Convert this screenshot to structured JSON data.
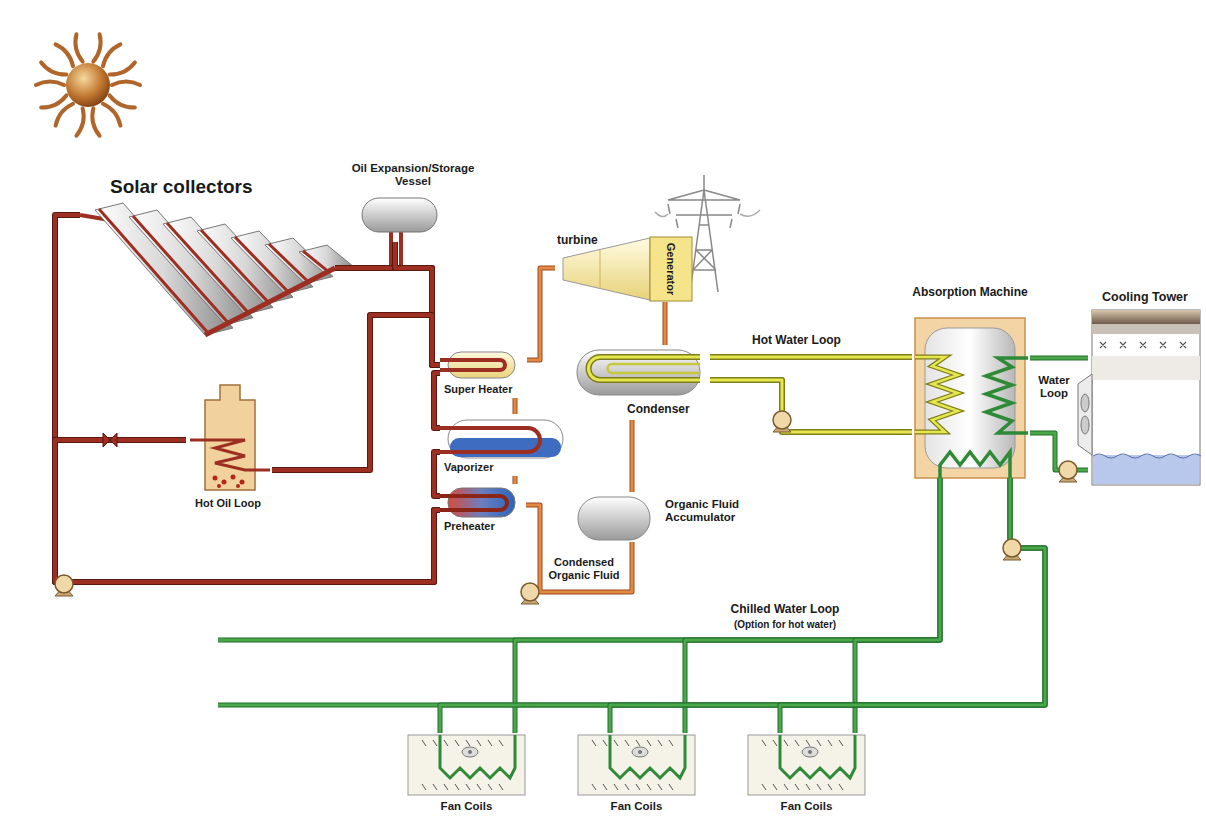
{
  "diagram": {
    "nodes": [
      {
        "text": [
          "Solar collectors"
        ]
      },
      {
        "text": [
          "Oil Expansion/Storage Vessel"
        ]
      },
      {
        "text": [
          "Hot Oil Loop"
        ]
      },
      {
        "text": [
          "Super Heater"
        ]
      },
      {
        "text": [
          "Vaporizer"
        ]
      },
      {
        "text": [
          "Preheater"
        ]
      },
      {
        "text": [
          "turbine"
        ]
      },
      {
        "text": [
          "Generator"
        ]
      },
      {
        "text": [
          "Condenser"
        ]
      },
      {
        "text": [
          "Organic Fluid Accumulator"
        ]
      },
      {
        "text": [
          "Absorption Machine"
        ]
      },
      {
        "text": [
          "Cooling Tower"
        ]
      },
      {
        "text": [
          "Fan Coils"
        ]
      },
      {
        "text": [
          "Fan Coils"
        ]
      },
      {
        "text": [
          "Fan Coils"
        ]
      }
    ],
    "edges": [
      {
        "from": 0,
        "to": 3,
        "arrow": "none"
      },
      {
        "from": 1,
        "to": 3,
        "arrow": "none"
      },
      {
        "from": 2,
        "to": 3,
        "arrow": "none"
      },
      {
        "from": 3,
        "to": 4,
        "arrow": "none"
      },
      {
        "from": 4,
        "to": 5,
        "arrow": "none"
      },
      {
        "from": 5,
        "to": 0,
        "arrow": "none"
      },
      {
        "from": 5,
        "to": 2,
        "arrow": "none"
      },
      {
        "from": 9,
        "to": 5,
        "arrow": "none"
      },
      {
        "from": 5,
        "to": 4,
        "arrow": "none"
      },
      {
        "from": 4,
        "to": 3,
        "arrow": "none"
      },
      {
        "from": 3,
        "to": 6,
        "arrow": "none"
      },
      {
        "from": 7,
        "to": 8,
        "arrow": "none"
      },
      {
        "from": 8,
        "to": 9,
        "arrow": "none"
      },
      {
        "from": 8,
        "to": 10,
        "arrow": "none"
      },
      {
        "from": 10,
        "to": 8,
        "arrow": "none"
      },
      {
        "from": 10,
        "to": 11,
        "arrow": "none"
      },
      {
        "from": 11,
        "to": 10,
        "arrow": "none"
      },
      {
        "from": 10,
        "to": 12,
        "arrow": "none"
      },
      {
        "from": 10,
        "to": 13,
        "arrow": "none"
      },
      {
        "from": 10,
        "to": 14,
        "arrow": "none"
      },
      {
        "from": 12,
        "to": 10,
        "arrow": "none"
      },
      {
        "from": 13,
        "to": 10,
        "arrow": "none"
      },
      {
        "from": 14,
        "to": 10,
        "arrow": "none"
      }
    ],
    "labels": [
      "Condensed Organic Fluid",
      "Hot Water Loop",
      "Water Loop",
      "Chilled Water Loop",
      "(Option for hot water)"
    ]
  }
}
